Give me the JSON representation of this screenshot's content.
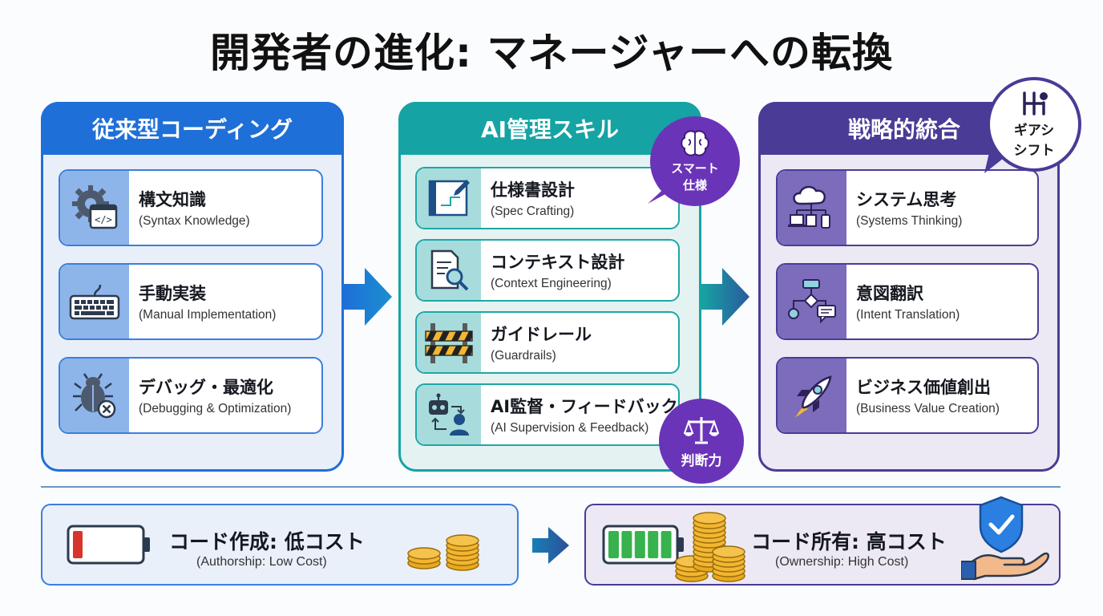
{
  "title": "開発者の進化: マネージャーへの転換",
  "columns": [
    {
      "heading": "従来型コーディング",
      "items": [
        {
          "jp": "構文知識",
          "en": "(Syntax Knowledge)",
          "icon": "gear-code-icon"
        },
        {
          "jp": "手動実装",
          "en": "(Manual Implementation)",
          "icon": "keyboard-icon"
        },
        {
          "jp": "デバッグ・最適化",
          "en": "(Debugging & Optimization)",
          "icon": "bug-icon"
        }
      ]
    },
    {
      "heading": "AI管理スキル",
      "items": [
        {
          "jp": "仕様書設計",
          "en": "(Spec Crafting)",
          "icon": "blueprint-icon"
        },
        {
          "jp": "コンテキスト設計",
          "en": "(Context Engineering)",
          "icon": "document-search-icon"
        },
        {
          "jp": "ガイドレール",
          "en": "(Guardrails)",
          "icon": "barrier-icon"
        },
        {
          "jp": "AI監督・フィードバック",
          "en": "(AI Supervision & Feedback)",
          "icon": "robot-human-icon"
        }
      ]
    },
    {
      "heading": "戦略的統合",
      "items": [
        {
          "jp": "システム思考",
          "en": "(Systems Thinking)",
          "icon": "cloud-network-icon"
        },
        {
          "jp": "意図翻訳",
          "en": "(Intent Translation)",
          "icon": "flowchart-icon"
        },
        {
          "jp": "ビジネス価値創出",
          "en": "(Business Value Creation)",
          "icon": "rocket-icon"
        }
      ]
    }
  ],
  "badges": {
    "smart": {
      "line1": "スマート",
      "line2": "仕様"
    },
    "judgment": {
      "label": "判断力"
    },
    "gear": {
      "line1": "ギアシ",
      "line2": "シフト"
    }
  },
  "costs": {
    "low": {
      "jp": "コード作成: 低コスト",
      "en": "(Authorship: Low Cost)",
      "battery_level": 0.15
    },
    "high": {
      "jp": "コード所有: 高コスト",
      "en": "(Ownership: High Cost)",
      "battery_level": 1.0
    }
  },
  "colors": {
    "blue": "#1f6fd8",
    "teal": "#16a3a3",
    "purple": "#4a3b97",
    "badge_purple": "#6a34b8",
    "coin": "#f2b631",
    "battery_red": "#d9342b",
    "battery_green": "#37b24d"
  }
}
